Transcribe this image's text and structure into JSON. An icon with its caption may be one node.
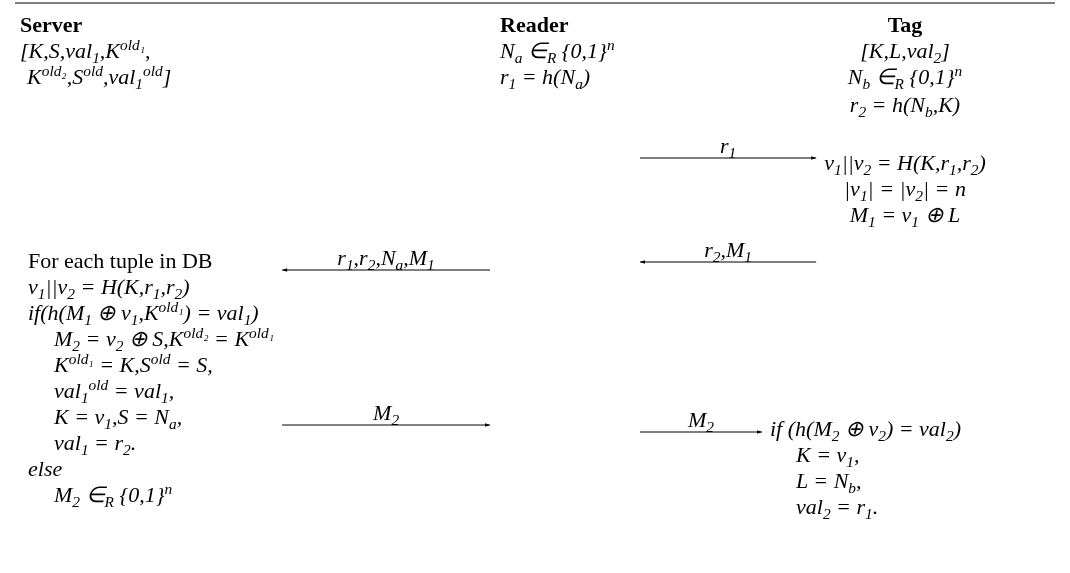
{
  "diagram": {
    "nodes": [
      {
        "text": [
          "For each tuple in DB",
          "v$_{1}$||v$_{2}$ = H(K,r$_{1}$,r$_{2}$)",
          "if(h(M$_{1}$ ⊕ v$_{1}$,K$^{old₁}$) = val$_{1}$)",
          "M$_{2}$ = v$_{2}$ ⊕ S,K$^{old₂}$ = K$^{old₁}$",
          "K$^{old₁}$ = K,S$^{old}$ = S,",
          "val$_{1}$$^{old}$ = val$_{1}$,",
          "K = v$_{1}$,S = N$_{a}$,",
          "val$_{1}$ = r$_{2}$.",
          "else",
          "M$_{2}$ ∈$_{R}$ {0,1}$^{n}$"
        ]
      },
      {
        "text": [
          "v$_{1}$||v$_{2}$ = H(K,r$_{1}$,r$_{2}$)",
          "|v$_{1}$| = |v$_{2}$| = n",
          "M$_{1}$ = v$_{1}$ ⊕ L"
        ]
      },
      {
        "text": [
          "if (h(M$_{2}$ ⊕ v$_{2}$) = val$_{2}$)",
          "K = v$_{1}$,",
          "L = N$_{b}$,",
          "val$_{2}$ = r$_{1}$."
        ]
      }
    ],
    "edges": [
      {
        "from": null,
        "to": 1,
        "arrow": "to",
        "label": "r$_{1}$"
      },
      {
        "from": 1,
        "to": null,
        "arrow": "to",
        "label": "r$_{2}$,M$_{1}$"
      },
      {
        "from": null,
        "to": 0,
        "arrow": "to",
        "label": "r$_{1}$,r$_{2}$,N$_{a}$,M$_{1}$"
      },
      {
        "from": 0,
        "to": null,
        "arrow": "to",
        "label": "M$_{2}$"
      },
      {
        "from": null,
        "to": 2,
        "arrow": "to",
        "label": "M$_{2}$"
      }
    ],
    "labels": [
      "Server",
      "[K,S,val$_{1}$,K$^{old₁}$,",
      "K$^{old₂}$,S$^{old}$,val$_{1}$$^{old}$]",
      "Reader",
      "N$_{a}$ ∈$_{R}$ {0,1}$^{n}$",
      "r$_{1}$ = h(N$_{a}$)",
      "Tag",
      "[K,L,val$_{2}$]",
      "N$_{b}$ ∈$_{R}$ {0,1}$^{n}$",
      "r$_{2}$ = h(N$_{b}$,K)"
    ]
  }
}
